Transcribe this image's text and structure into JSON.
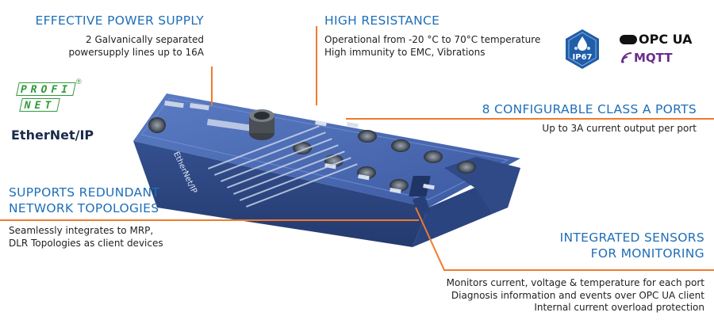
{
  "features": {
    "power": {
      "heading": "EFFECTIVE POWER SUPPLY",
      "lines": [
        "2 Galvanically separated",
        "powersupply lines up to 16A"
      ]
    },
    "resistance": {
      "heading": "HIGH RESISTANCE",
      "lines": [
        "Operational from -20 °C to 70°C temperature",
        "High immunity to EMC, Vibrations"
      ]
    },
    "ports": {
      "heading": "8 CONFIGURABLE CLASS A PORTS",
      "lines": [
        "Up to 3A current output per port"
      ]
    },
    "redundant": {
      "heading_lines": [
        "SUPPORTS REDUNDANT",
        "NETWORK TOPOLOGIES"
      ],
      "lines": [
        "Seamlessly integrates to MRP,",
        "DLR Topologies as client devices"
      ]
    },
    "sensors": {
      "heading_lines": [
        "INTEGRATED SENSORS",
        "FOR MONITORING"
      ],
      "lines": [
        "Monitors current, voltage & temperature for each port",
        "Diagnosis information and events over OPC UA client",
        "Internal current overload protection"
      ]
    }
  },
  "logos": {
    "profinet": {
      "top": "PROFI",
      "bottom": "NET",
      "mark": "®"
    },
    "ethernetip": "EtherNet/IP",
    "ip67": "IP67",
    "opcua": "OPC UA",
    "mqtt": "MQTT"
  },
  "device": {
    "brand_label": "EtherNet/IP"
  },
  "colors": {
    "heading": "#1f6fb8",
    "leader_line": "#f07a2c",
    "device_body": "#3e5fa8",
    "profinet_green": "#2f9a3c",
    "ip67_blue": "#1f5ea8",
    "mqtt_purple": "#6b2c8c"
  }
}
